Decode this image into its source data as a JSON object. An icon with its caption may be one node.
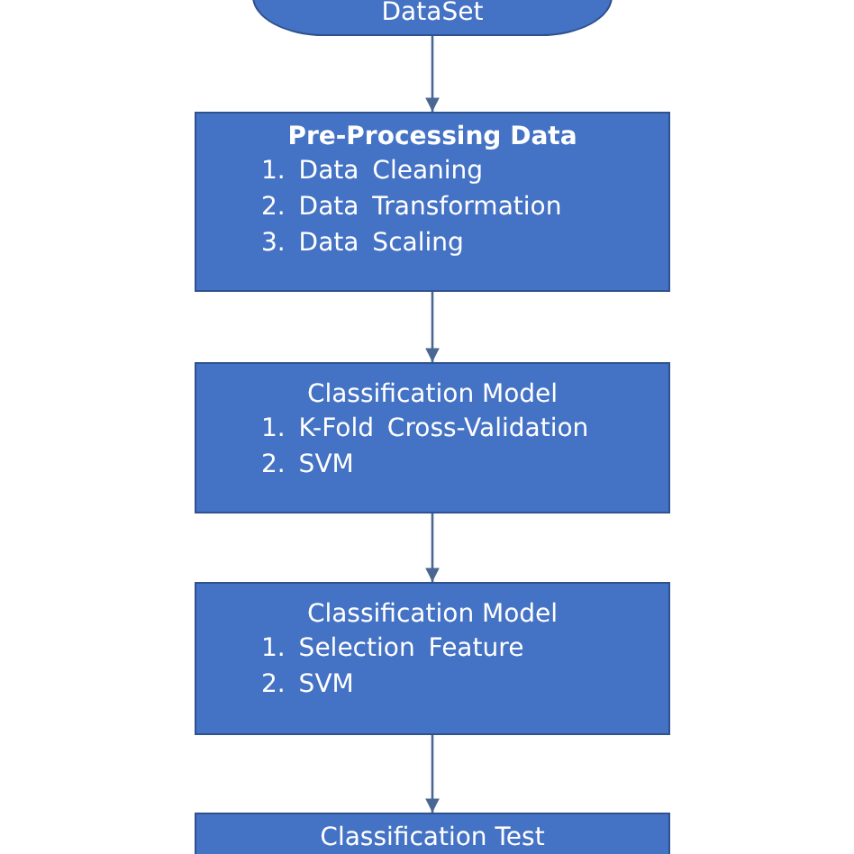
{
  "diagram": {
    "nodes": [
      {
        "text": [
          "DataSet"
        ]
      },
      {
        "text": [
          "Pre-Processing Data",
          "1. Data Cleaning",
          "2. Data Transformation",
          "3. Data Scaling"
        ]
      },
      {
        "text": [
          "Classification Model",
          "1. K-Fold Cross-Validation",
          "2. SVM"
        ]
      },
      {
        "text": [
          "Classification Model",
          "1. Selection Feature",
          "2. SVM"
        ]
      },
      {
        "text": [
          "Classification Test"
        ]
      }
    ],
    "edges": [
      {
        "from": 0,
        "to": 1,
        "arrow": "to"
      },
      {
        "from": 1,
        "to": 2,
        "arrow": "to"
      },
      {
        "from": 2,
        "to": 3,
        "arrow": "to"
      },
      {
        "from": 3,
        "to": 4,
        "arrow": "to"
      }
    ]
  }
}
